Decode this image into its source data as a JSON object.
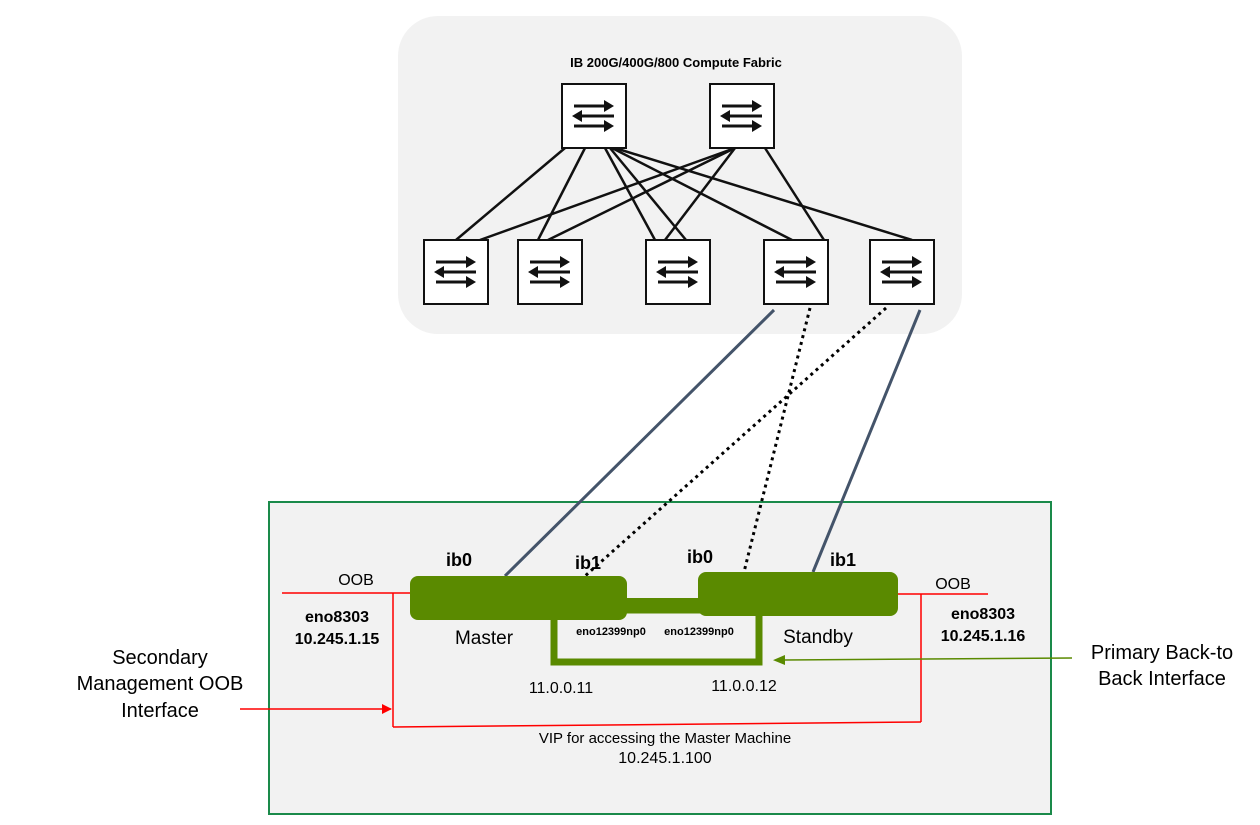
{
  "fabric": {
    "title": "IB 200G/400G/800 Compute Fabric",
    "spine_switch_count": 2,
    "leaf_switch_count": 5
  },
  "nodes": {
    "master": {
      "name": "Master",
      "ib0": "ib0",
      "ib1": "ib1",
      "oob_label": "OOB",
      "mgmt_iface": "eno8303",
      "mgmt_ip": "10.245.1.15",
      "b2b_iface": "eno12399np0",
      "b2b_ip": "11.0.0.11"
    },
    "standby": {
      "name": "Standby",
      "ib0": "ib0",
      "ib1": "ib1",
      "oob_label": "OOB",
      "mgmt_iface": "eno8303",
      "mgmt_ip": "10.245.1.16",
      "b2b_iface": "eno12399np0",
      "b2b_ip": "11.0.0.12"
    }
  },
  "vip": {
    "label": "VIP for accessing the Master Machine",
    "ip": "10.245.1.100"
  },
  "callouts": {
    "secondary": [
      "Secondary",
      "Management OOB",
      "Interface"
    ],
    "primary": [
      "Primary Back-to",
      "Back Interface"
    ]
  },
  "colors": {
    "node_green": "#5a8a00",
    "oob_red": "#ff0000",
    "callout_green": "#5a8a00",
    "cluster_border": "#1a8a4a",
    "uplink": "#44546a"
  },
  "icons": {
    "switch": "switch-arrows-icon"
  }
}
